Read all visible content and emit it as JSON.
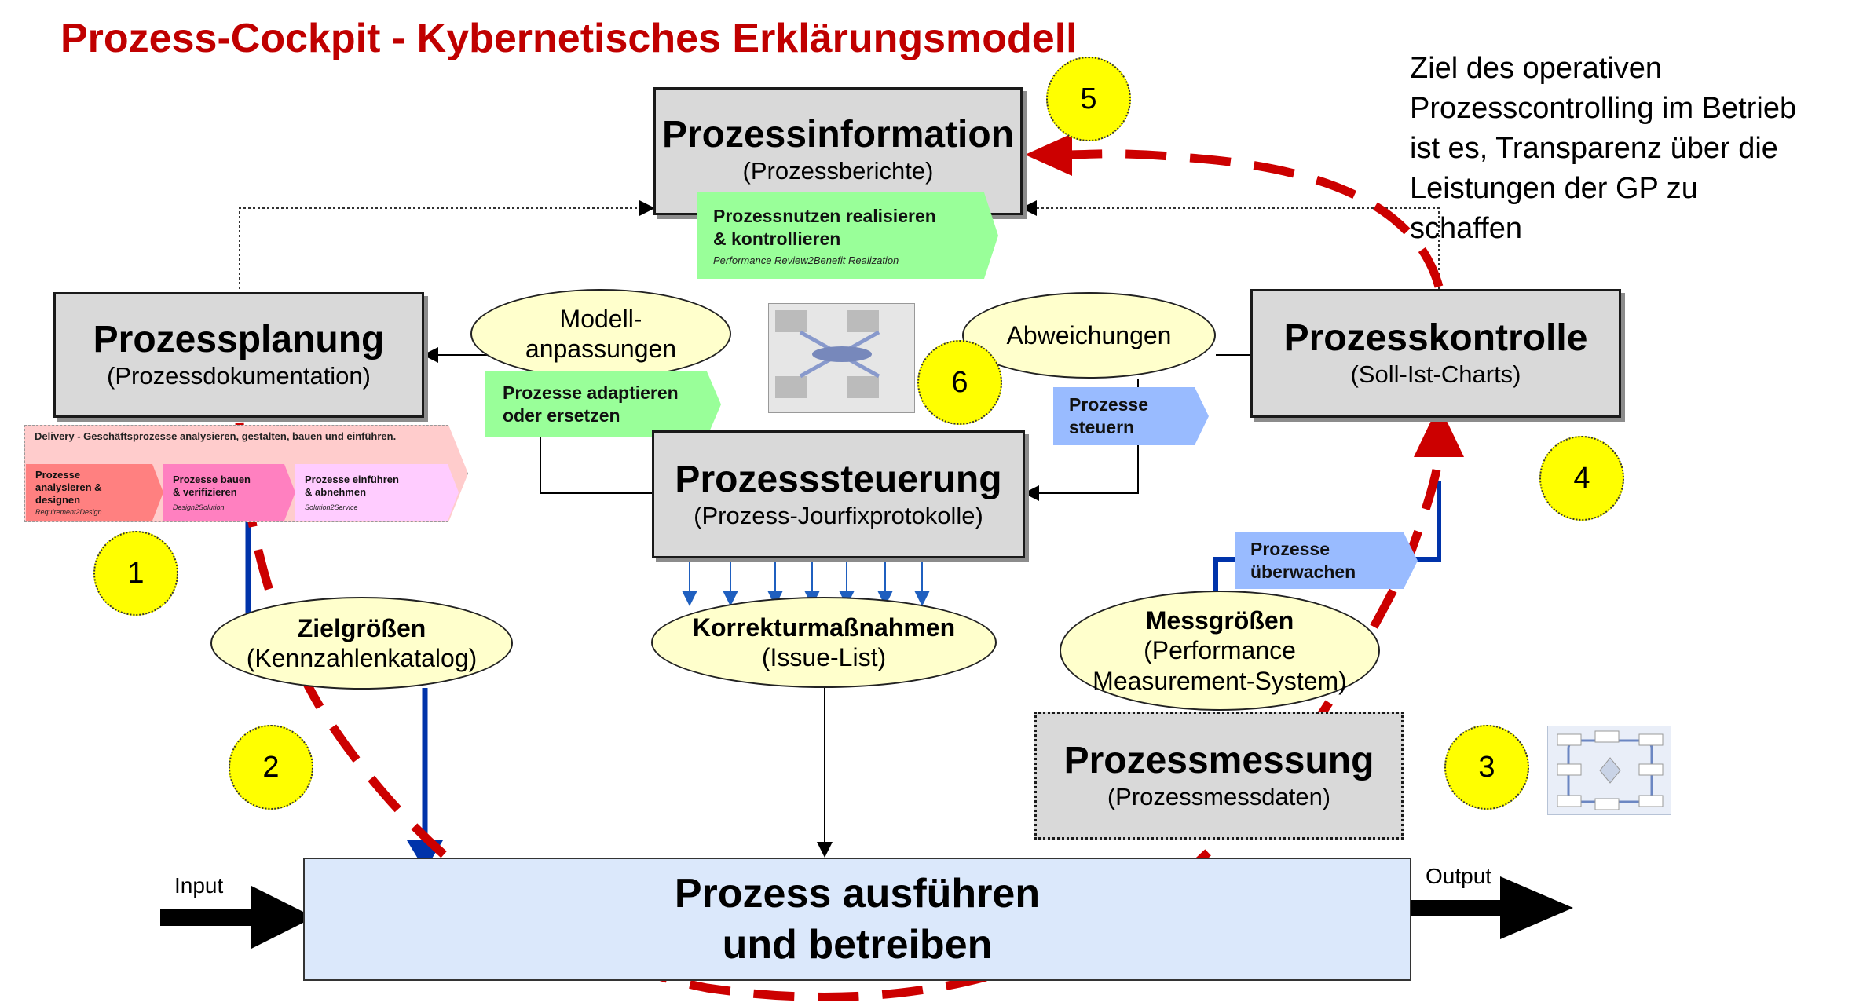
{
  "title": "Prozess-Cockpit - Kybernetisches Erklärungsmodell",
  "note": {
    "lines": [
      "Ziel des operativen",
      "Prozesscontrolling im Betrieb",
      "ist es, Transparenz über die",
      "Leistungen der GP zu",
      "schaffen"
    ]
  },
  "boxes": {
    "information": {
      "title": "Prozessinformation",
      "sub": "(Prozessberichte)"
    },
    "planung": {
      "title": "Prozessplanung",
      "sub": "(Prozessdokumentation)"
    },
    "kontrolle": {
      "title": "Prozesskontrolle",
      "sub": "(Soll-Ist-Charts)"
    },
    "steuerung": {
      "title": "Prozesssteuerung",
      "sub": "(Prozess-Jourfixprotokolle)"
    },
    "messung": {
      "title": "Prozessmessung",
      "sub": "(Prozessmessdaten)"
    },
    "ausfuehren": {
      "line1": "Prozess ausführen",
      "line2": "und betreiben"
    }
  },
  "ellipses": {
    "modell": {
      "line1": "Modell-",
      "line2": "anpassungen"
    },
    "abweichungen": {
      "text": "Abweichungen"
    },
    "ziel": {
      "title": "Zielgrößen",
      "sub": "(Kennzahlenkatalog)"
    },
    "korrektur": {
      "title": "Korrekturmaßnahmen",
      "sub": "(Issue-List)"
    },
    "mess": {
      "title": "Messgrößen",
      "sub1": "(Performance",
      "sub2": "Measurement-System)"
    }
  },
  "tags": {
    "nutzen": {
      "line1": "Prozessnutzen realisieren",
      "line2": "& kontrollieren",
      "sub": "Performance Review2Benefit Realization"
    },
    "adaptieren": {
      "line1": "Prozesse adaptieren",
      "line2": "oder ersetzen"
    },
    "steuern": {
      "line1": "Prozesse",
      "line2": "steuern"
    },
    "ueberwachen": {
      "line1": "Prozesse",
      "line2": "überwachen"
    }
  },
  "delivery": {
    "header": "Delivery - Geschäftsprozesse analysieren, gestalten, bauen und einführen.",
    "phases": [
      {
        "line1": "Prozesse",
        "line2": "analysieren &",
        "line3": "designen",
        "sub": "Requirement2Design"
      },
      {
        "line1": "Prozesse bauen",
        "line2": "& verifizieren",
        "line3": "",
        "sub": "Design2Solution"
      },
      {
        "line1": "Prozesse einführen",
        "line2": "& abnehmen",
        "line3": "",
        "sub": "Solution2Service"
      }
    ]
  },
  "numbers": [
    "1",
    "2",
    "3",
    "4",
    "5",
    "6"
  ],
  "io": {
    "input": "Input",
    "output": "Output"
  },
  "colors": {
    "title": "#c00000",
    "dashed_loop": "#cc0000",
    "blue_arrows": "#0033aa",
    "number_circle": "#ffff00",
    "ellipse_fill": "#ffffcc",
    "process_fill": "#dbe8fb",
    "box_fill": "#d9d9d9",
    "tag_green": "#99ff99",
    "tag_blue": "#99bbff",
    "delivery_bg": "#ffcccc",
    "phase1": "#ff8080",
    "phase2": "#ff80c0",
    "phase3": "#ffccff"
  }
}
